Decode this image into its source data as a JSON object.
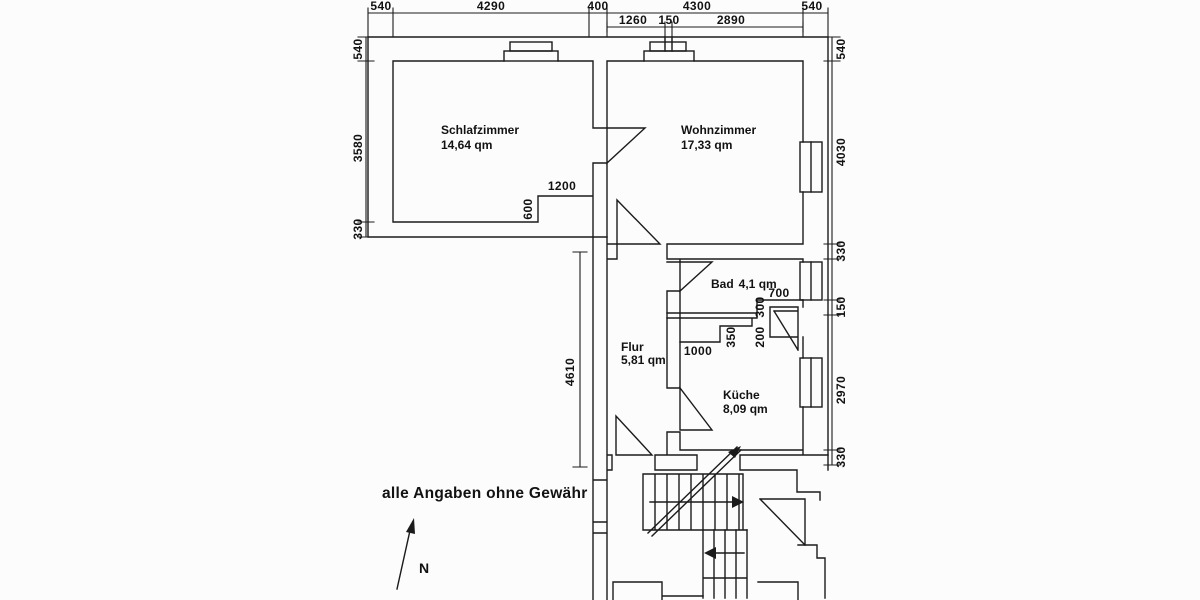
{
  "colors": {
    "background": "#fcfcfc",
    "line": "#1b1b1b",
    "text": "#121212"
  },
  "rooms": [
    {
      "id": "schlafzimmer",
      "name": "Schlafzimmer",
      "area": "14,64 qm"
    },
    {
      "id": "wohnzimmer",
      "name": "Wohnzimmer",
      "area": "17,33 qm"
    },
    {
      "id": "bad",
      "name": "Bad",
      "area": "4,1 qm"
    },
    {
      "id": "flur",
      "name": "Flur",
      "area": "5,81 qm"
    },
    {
      "id": "kueche",
      "name": "Küche",
      "area": "8,09 qm"
    }
  ],
  "dimensions": {
    "top_row": [
      "540",
      "4290",
      "400",
      "4300",
      "540"
    ],
    "top_row_sub": [
      "1260",
      "150",
      "2890"
    ],
    "left_col": [
      "540",
      "3580",
      "330"
    ],
    "right_col": [
      "540",
      "4030",
      "330",
      "150",
      "2970",
      "330"
    ],
    "inner": {
      "notch_width": "1200",
      "notch_depth": "600",
      "shaft_width": "700",
      "shaft_offset": "300",
      "duct_step": "350",
      "duct_depth": "200",
      "kitchen_top": "1000",
      "hall_length": "4610"
    }
  },
  "annotations": {
    "disclaimer": "alle Angaben ohne Gewähr",
    "north_label": "N"
  }
}
